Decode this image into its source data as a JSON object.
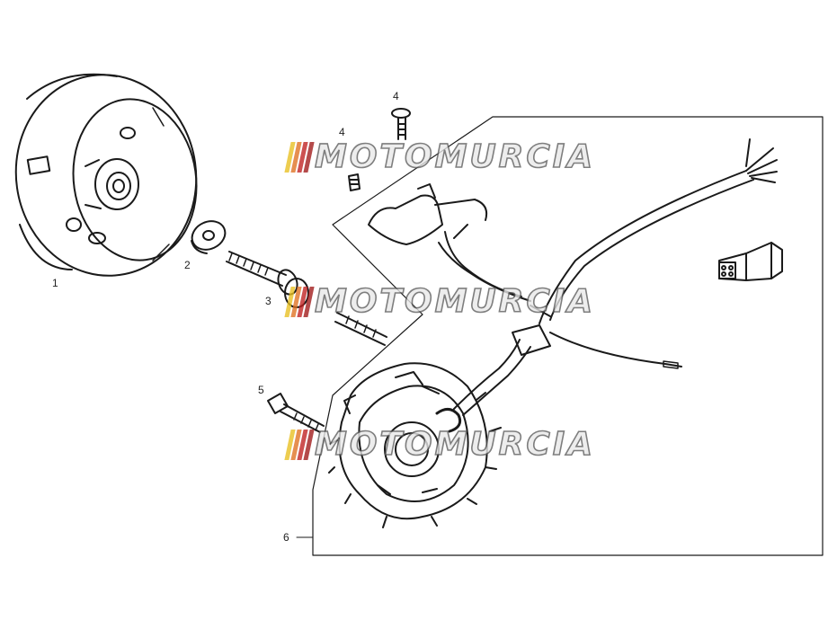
{
  "labels": {
    "flywheel": "1",
    "washer": "2",
    "bolt": "3",
    "screw_top": "4",
    "screw_small": "4",
    "bolt_stator": "5",
    "stator_assembly": "6"
  },
  "watermark": {
    "text": "MOTOMURCIA",
    "stripe_colors": [
      "#e8c020",
      "#e07020",
      "#c02020",
      "#a01818"
    ]
  },
  "colors": {
    "line": "#1a1a1a",
    "background": "#ffffff"
  }
}
